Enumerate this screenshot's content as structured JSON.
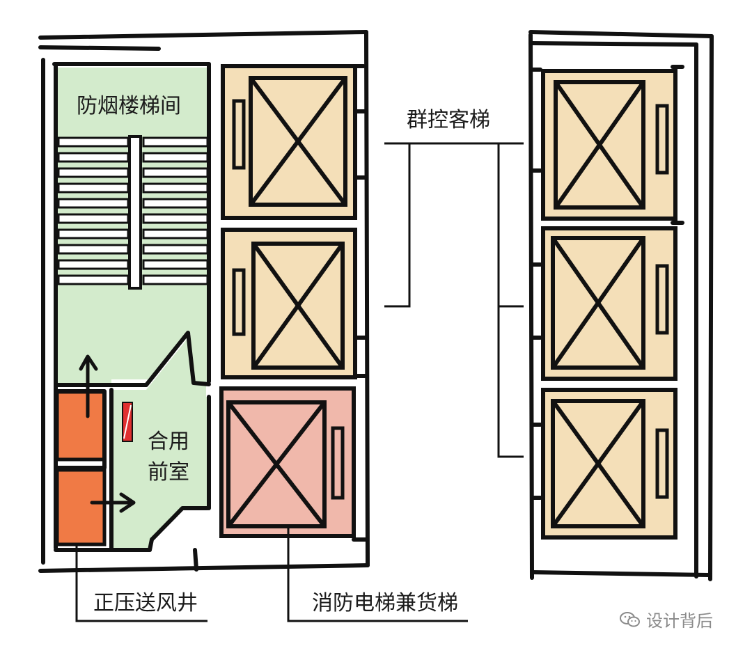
{
  "labels": {
    "smoke_stair": "防烟楼梯间",
    "group_elevators": "群控客梯",
    "shared_lobby_line1": "合用",
    "shared_lobby_line2": "前室",
    "pressurization_shaft": "正压送风井",
    "fire_freight_elevator": "消防电梯兼货梯"
  },
  "watermark": {
    "icon": "wechat-icon",
    "text": "设计背后"
  },
  "colors": {
    "stair_green": "#d3ebcc",
    "elevator_tan": "#f4dfb8",
    "fire_elevator_pink": "#f0b8ab",
    "shaft_orange": "#f07a45",
    "marker_red": "#e03030",
    "ink": "#111111"
  }
}
